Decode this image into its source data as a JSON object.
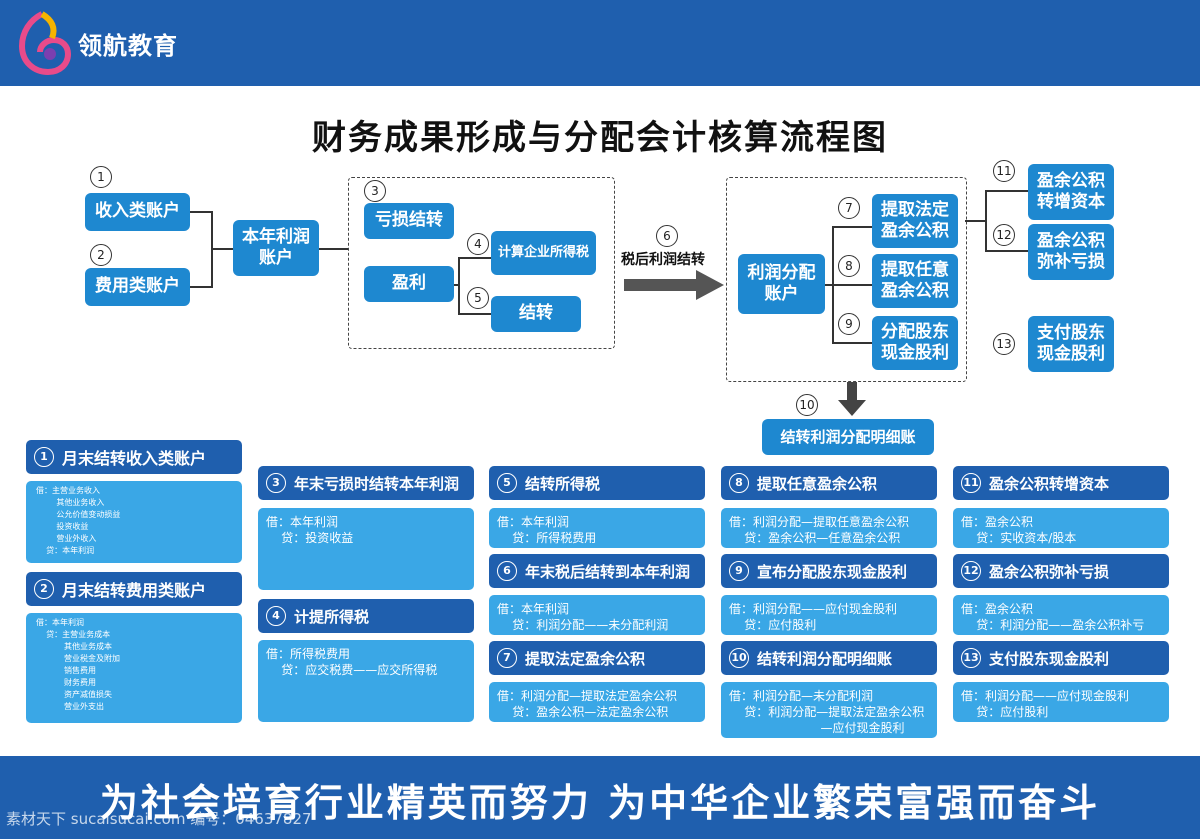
{
  "header": {
    "brand": "领航教育"
  },
  "title": "财务成果形成与分配会计核算流程图",
  "flow": {
    "n1": "1",
    "n2": "2",
    "n3": "3",
    "n4": "4",
    "n5": "5",
    "n6": "6",
    "n7": "7",
    "n8": "8",
    "n9": "9",
    "n10": "10",
    "n11": "11",
    "n12": "12",
    "n13": "13",
    "revenue": "收入类账户",
    "expense": "费用类账户",
    "profit": "本年利润账户",
    "loss_transfer": "亏损结转",
    "earnings": "盈利",
    "calc_tax": "计算企业所得税",
    "transfer": "结转",
    "after_tax": "税后利润结转",
    "dist_account": "利润分配账户",
    "statutory": "提取法定盈余公积",
    "discretionary": "提取任意盈余公积",
    "dividend": "分配股东现金股利",
    "cap_increase": "盈余公积转增资本",
    "cover_loss": "盈余公积弥补亏损",
    "pay_dividend": "支付股东现金股利",
    "detail": "结转利润分配明细账"
  },
  "cards": [
    {
      "num": "1",
      "title": "月末结转收入类账户",
      "body": "借：主营业务收入\n        其他业务收入\n        公允价值变动损益\n        投资收益\n        营业外收入\n    贷：本年利润"
    },
    {
      "num": "2",
      "title": "月末结转费用类账户",
      "body": "借：本年利润\n    贷：主营业务成本\n           其他业务成本\n           营业税金及附加\n           销售费用\n           财务费用\n           资产减值损失\n           营业外支出"
    },
    {
      "num": "3",
      "title": "年末亏损时结转本年利润",
      "body": "借：本年利润\n    贷：投资收益"
    },
    {
      "num": "4",
      "title": "计提所得税",
      "body": "借：所得税费用\n    贷：应交税费——应交所得税"
    },
    {
      "num": "5",
      "title": "结转所得税",
      "body": "借：本年利润\n    贷：所得税费用"
    },
    {
      "num": "6",
      "title": "年末税后结转到本年利润",
      "body": "借：本年利润\n    贷：利润分配——未分配利润"
    },
    {
      "num": "7",
      "title": "提取法定盈余公积",
      "body": "借：利润分配—提取法定盈余公积\n    贷：盈余公积—法定盈余公积"
    },
    {
      "num": "8",
      "title": "提取任意盈余公积",
      "body": "借：利润分配—提取任意盈余公积\n    贷：盈余公积—任意盈余公积"
    },
    {
      "num": "9",
      "title": "宣布分配股东现金股利",
      "body": "借：利润分配——应付现金股利\n    贷：应付股利"
    },
    {
      "num": "10",
      "title": "结转利润分配明细账",
      "body": "借：利润分配—未分配利润\n    贷：利润分配—提取法定盈余公积\n                        —应付现金股利"
    },
    {
      "num": "11",
      "title": "盈余公积转增资本",
      "body": "借：盈余公积\n    贷：实收资本/股本"
    },
    {
      "num": "12",
      "title": "盈余公积弥补亏损",
      "body": "借：盈余公积\n    贷：利润分配——盈余公积补亏"
    },
    {
      "num": "13",
      "title": "支付股东现金股利",
      "body": "借：利润分配——应付现金股利\n    贷：应付股利"
    }
  ],
  "footer": {
    "slogan": "为社会培育行业精英而努力  为中华企业繁荣富强而奋斗",
    "watermark": "素材天下 sucaisucai.com  编号：04637827"
  },
  "colors": {
    "header": "#1f5fae",
    "box": "#1e88d0",
    "card_body": "#3aa7e6"
  }
}
